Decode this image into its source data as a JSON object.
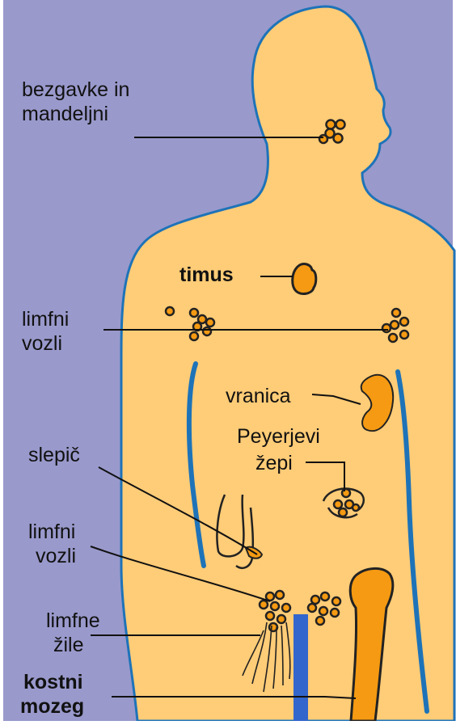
{
  "colors": {
    "background": "#9999cc",
    "body_fill": "#ffcc77",
    "outline": "#1e73b8",
    "organ_orange": "#f59a12",
    "vessel_blue": "#3366cc",
    "label_text": "#111111"
  },
  "labels": {
    "nodes_tonsils": "bezgavke in",
    "nodes_tonsils_2": "mandeljni",
    "thymus": "timus",
    "lymph_nodes_upper": "limfni",
    "lymph_nodes_upper_2": "vozli",
    "spleen": "vranica",
    "peyer": "Peyerjevi",
    "peyer_2": "žepi",
    "appendix": "slepič",
    "lymph_nodes_lower": "limfni",
    "lymph_nodes_lower_2": "vozli",
    "lymph_vessels": "limfne",
    "lymph_vessels_2": "žile",
    "bone_marrow": "kostni",
    "bone_marrow_2": "mozeg"
  }
}
